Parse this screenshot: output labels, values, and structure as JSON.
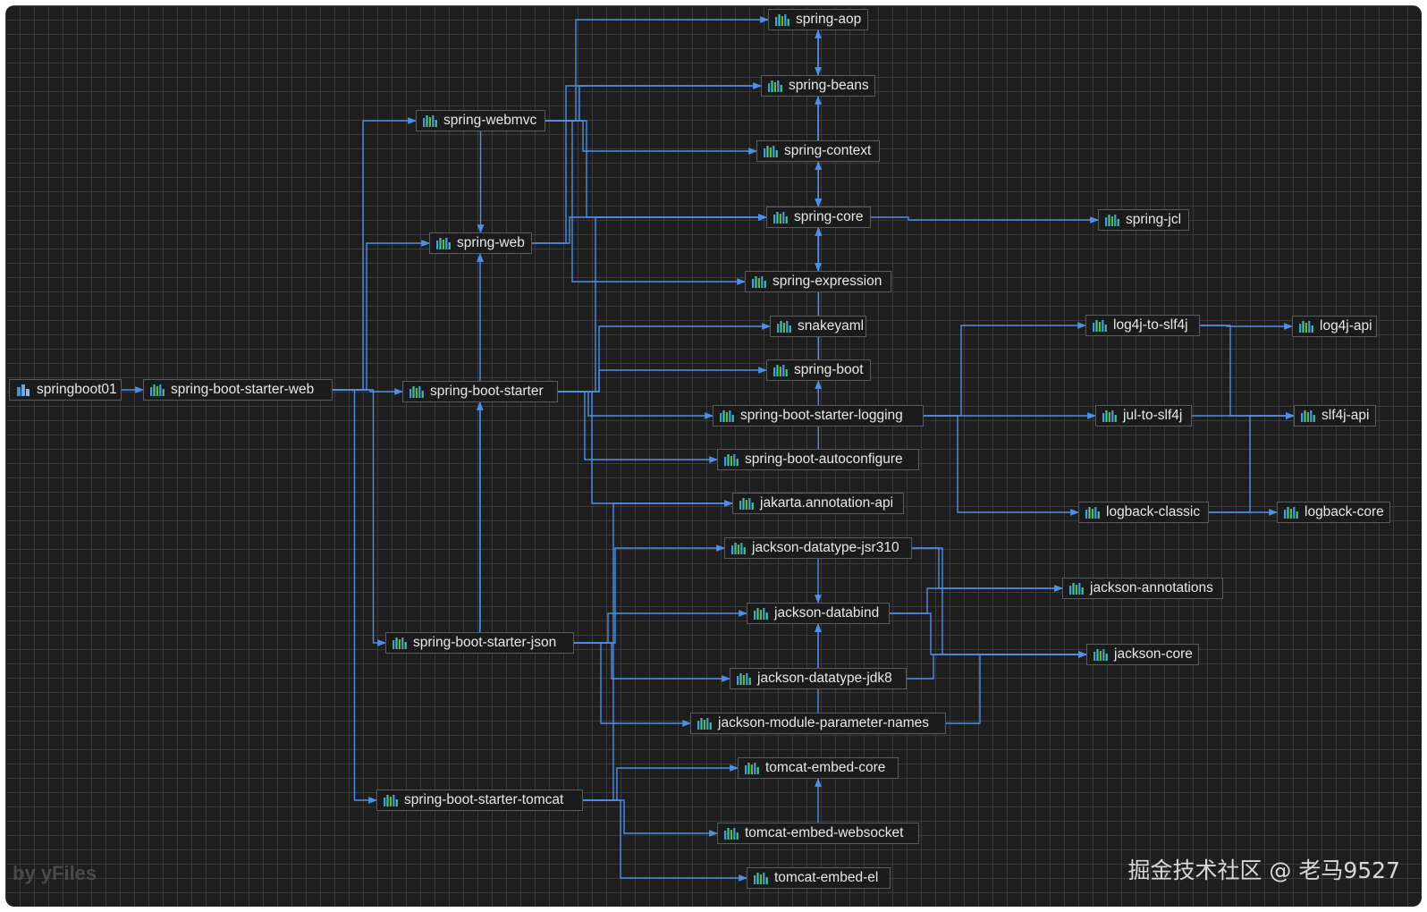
{
  "nodes": {
    "springboot01": "springboot01",
    "spring_boot_starter_web": "spring-boot-starter-web",
    "spring_webmvc": "spring-webmvc",
    "spring_web": "spring-web",
    "spring_boot_starter": "spring-boot-starter",
    "spring_boot_starter_json": "spring-boot-starter-json",
    "spring_boot_starter_tomcat": "spring-boot-starter-tomcat",
    "spring_aop": "spring-aop",
    "spring_beans": "spring-beans",
    "spring_context": "spring-context",
    "spring_core": "spring-core",
    "spring_expression": "spring-expression",
    "snakeyaml": "snakeyaml",
    "spring_boot": "spring-boot",
    "spring_boot_starter_logging": "spring-boot-starter-logging",
    "spring_boot_autoconfigure": "spring-boot-autoconfigure",
    "jakarta_annotation_api": "jakarta.annotation-api",
    "jackson_datatype_jsr310": "jackson-datatype-jsr310",
    "jackson_databind": "jackson-databind",
    "jackson_datatype_jdk8": "jackson-datatype-jdk8",
    "jackson_module_parameter_names": "jackson-module-parameter-names",
    "tomcat_embed_core": "tomcat-embed-core",
    "tomcat_embed_websocket": "tomcat-embed-websocket",
    "tomcat_embed_el": "tomcat-embed-el",
    "spring_jcl": "spring-jcl",
    "log4j_to_slf4j": "log4j-to-slf4j",
    "jul_to_slf4j": "jul-to-slf4j",
    "logback_classic": "logback-classic",
    "jackson_annotations": "jackson-annotations",
    "jackson_core": "jackson-core",
    "log4j_api": "log4j-api",
    "slf4j_api": "slf4j-api",
    "logback_core": "logback-core"
  },
  "edges": [
    [
      "springboot01",
      "spring_boot_starter_web"
    ],
    [
      "spring_boot_starter_web",
      "spring_webmvc"
    ],
    [
      "spring_boot_starter_web",
      "spring_web"
    ],
    [
      "spring_boot_starter_web",
      "spring_boot_starter"
    ],
    [
      "spring_boot_starter_web",
      "spring_boot_starter_json"
    ],
    [
      "spring_boot_starter_web",
      "spring_boot_starter_tomcat"
    ],
    [
      "spring_webmvc",
      "spring_aop"
    ],
    [
      "spring_webmvc",
      "spring_beans"
    ],
    [
      "spring_webmvc",
      "spring_context"
    ],
    [
      "spring_webmvc",
      "spring_core"
    ],
    [
      "spring_webmvc",
      "spring_expression"
    ],
    [
      "spring_webmvc",
      "spring_web"
    ],
    [
      "spring_web",
      "spring_beans"
    ],
    [
      "spring_web",
      "spring_core"
    ],
    [
      "spring_boot_starter",
      "spring_boot"
    ],
    [
      "spring_boot_starter",
      "spring_boot_autoconfigure"
    ],
    [
      "spring_boot_starter",
      "spring_boot_starter_logging"
    ],
    [
      "spring_boot_starter",
      "jakarta_annotation_api"
    ],
    [
      "spring_boot_starter",
      "spring_core"
    ],
    [
      "spring_boot_starter",
      "snakeyaml"
    ],
    [
      "spring_boot_starter_json",
      "spring_boot_starter"
    ],
    [
      "spring_boot_starter_json",
      "spring_web"
    ],
    [
      "spring_boot_starter_json",
      "jackson_databind"
    ],
    [
      "spring_boot_starter_json",
      "jackson_datatype_jdk8"
    ],
    [
      "spring_boot_starter_json",
      "jackson_datatype_jsr310"
    ],
    [
      "spring_boot_starter_json",
      "jackson_module_parameter_names"
    ],
    [
      "spring_boot_starter_tomcat",
      "jakarta_annotation_api"
    ],
    [
      "spring_boot_starter_tomcat",
      "tomcat_embed_core"
    ],
    [
      "spring_boot_starter_tomcat",
      "tomcat_embed_el"
    ],
    [
      "spring_boot_starter_tomcat",
      "tomcat_embed_websocket"
    ],
    [
      "spring_aop",
      "spring_beans"
    ],
    [
      "spring_aop",
      "spring_core"
    ],
    [
      "spring_beans",
      "spring_core"
    ],
    [
      "spring_context",
      "spring_aop"
    ],
    [
      "spring_context",
      "spring_beans"
    ],
    [
      "spring_context",
      "spring_core"
    ],
    [
      "spring_context",
      "spring_expression"
    ],
    [
      "spring_expression",
      "spring_core"
    ],
    [
      "spring_core",
      "spring_jcl"
    ],
    [
      "spring_boot",
      "spring_core"
    ],
    [
      "spring_boot",
      "spring_context"
    ],
    [
      "spring_boot_autoconfigure",
      "spring_boot"
    ],
    [
      "spring_boot_starter_logging",
      "logback_classic"
    ],
    [
      "spring_boot_starter_logging",
      "log4j_to_slf4j"
    ],
    [
      "spring_boot_starter_logging",
      "jul_to_slf4j"
    ],
    [
      "log4j_to_slf4j",
      "log4j_api"
    ],
    [
      "log4j_to_slf4j",
      "slf4j_api"
    ],
    [
      "jul_to_slf4j",
      "slf4j_api"
    ],
    [
      "logback_classic",
      "logback_core"
    ],
    [
      "logback_classic",
      "slf4j_api"
    ],
    [
      "jackson_datatype_jsr310",
      "jackson_annotations"
    ],
    [
      "jackson_datatype_jsr310",
      "jackson_core"
    ],
    [
      "jackson_datatype_jsr310",
      "jackson_databind"
    ],
    [
      "jackson_databind",
      "jackson_annotations"
    ],
    [
      "jackson_databind",
      "jackson_core"
    ],
    [
      "jackson_datatype_jdk8",
      "jackson_core"
    ],
    [
      "jackson_datatype_jdk8",
      "jackson_databind"
    ],
    [
      "jackson_module_parameter_names",
      "jackson_core"
    ],
    [
      "jackson_module_parameter_names",
      "jackson_databind"
    ],
    [
      "tomcat_embed_websocket",
      "tomcat_embed_core"
    ]
  ],
  "watermark_left": "by yFiles",
  "watermark_right": "掘金技术社区 @ 老马9527",
  "colors": {
    "edge": "#4f8fe6",
    "node_border": "#5b5b5e",
    "icon_bars": [
      "#3fa0d8",
      "#4bc0a0",
      "#58b84a",
      "#3fa0d8",
      "#4bc0a0"
    ]
  }
}
